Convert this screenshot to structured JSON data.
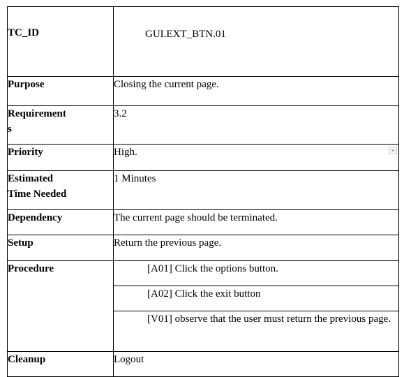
{
  "rows": {
    "tc_id": {
      "label": "TC_ID",
      "value": "GUI.EXT_BTN.01"
    },
    "purpose": {
      "label": "Purpose",
      "value": "Closing the current page."
    },
    "requirements": {
      "label_line1": "Requirement",
      "label_line2": "s",
      "value": "3.2"
    },
    "priority": {
      "label": "Priority",
      "value": "High."
    },
    "estimated_time": {
      "label_line1": "Estimated",
      "label_line2": "Time Needed",
      "value": "1 Minutes"
    },
    "dependency": {
      "label": "Dependency",
      "value": "The current page should be terminated."
    },
    "setup": {
      "label": "Setup",
      "value": "Return the previous page."
    },
    "procedure": {
      "label": "Procedure",
      "steps": [
        "[A01] Click the options button.",
        "[A02] Click the exit button",
        "[V01] observe that  the user must return the previous page."
      ]
    },
    "cleanup": {
      "label": "Cleanup",
      "value": "Logout"
    }
  },
  "icons": {
    "priority_dropdown": "chevron-down-icon"
  }
}
